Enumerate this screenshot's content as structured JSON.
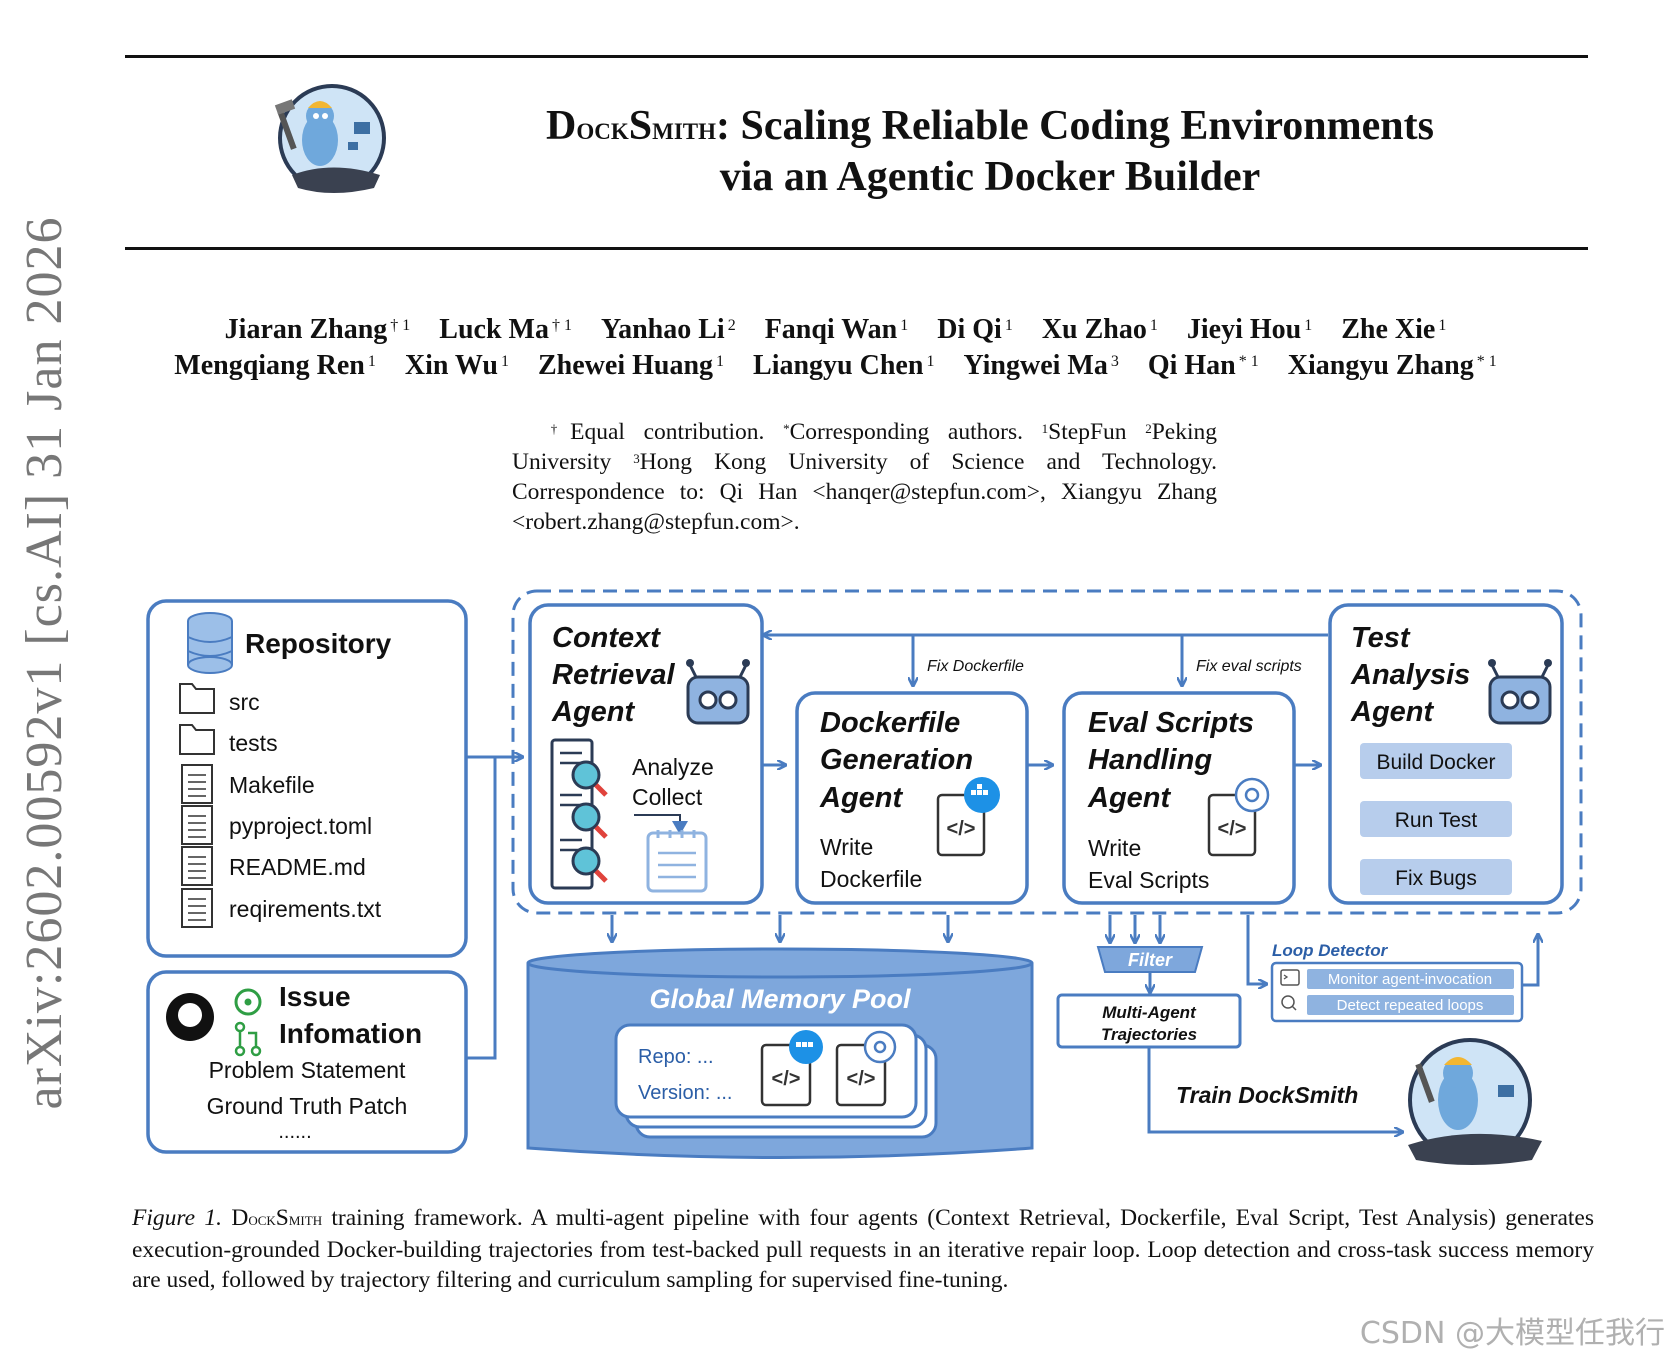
{
  "side_stamp": "arXiv:2602.00592v1  [cs.AI]  31 Jan 2026",
  "title": {
    "name_first": "D",
    "name_sc1": "ock",
    "name_mid": "S",
    "name_sc2": "mith",
    "line1_rest": ": Scaling Reliable Coding Environments",
    "line2": "via an Agentic Docker Builder"
  },
  "authors": {
    "line1": [
      {
        "name": "Jiaran Zhang",
        "sup": "† 1"
      },
      {
        "name": "Luck Ma",
        "sup": "† 1"
      },
      {
        "name": "Yanhao Li",
        "sup": "2"
      },
      {
        "name": "Fanqi Wan",
        "sup": "1"
      },
      {
        "name": "Di Qi",
        "sup": "1"
      },
      {
        "name": "Xu Zhao",
        "sup": "1"
      },
      {
        "name": "Jieyi Hou",
        "sup": "1"
      },
      {
        "name": "Zhe Xie",
        "sup": "1"
      }
    ],
    "line2": [
      {
        "name": "Mengqiang Ren",
        "sup": "1"
      },
      {
        "name": "Xin Wu",
        "sup": "1"
      },
      {
        "name": "Zhewei Huang",
        "sup": "1"
      },
      {
        "name": "Liangyu Chen",
        "sup": "1"
      },
      {
        "name": "Yingwei Ma",
        "sup": "3"
      },
      {
        "name": "Qi Han",
        "sup": "* 1"
      },
      {
        "name": "Xiangyu Zhang",
        "sup": "* 1"
      }
    ]
  },
  "affiliations": {
    "s1": "†",
    "t1": "Equal contribution. ",
    "s2": "*",
    "t2": "Corresponding authors. ",
    "s3": "1",
    "t3": "StepFun ",
    "s4": "2",
    "t4": "Peking University ",
    "s5": "3",
    "t5": "Hong Kong University of Science and Technology. Correspondence to: Qi Han <hanqer@stepfun.com>, Xiangyu Zhang <robert.zhang@stepfun.com>."
  },
  "figure": {
    "repository": {
      "title": "Repository",
      "items": [
        "src",
        "tests",
        "Makefile",
        "pyproject.toml",
        "README.md",
        "reqirements.txt"
      ]
    },
    "issue": {
      "title_line1": "Issue",
      "title_line2": "Infomation",
      "lines": [
        "Problem Statement",
        "Ground Truth Patch",
        "......"
      ]
    },
    "context_agent": {
      "title": [
        "Context",
        "Retrieval",
        "Agent"
      ],
      "actions": [
        "Analyze",
        "Collect"
      ]
    },
    "dockerfile_agent": {
      "title": [
        "Dockerfile",
        "Generation",
        "Agent"
      ],
      "actions": [
        "Write",
        "Dockerfile"
      ]
    },
    "eval_agent": {
      "title": [
        "Eval Scripts",
        "Handling",
        "Agent"
      ],
      "actions": [
        "Write",
        "Eval Scripts"
      ]
    },
    "test_agent": {
      "title": [
        "Test",
        "Analysis",
        "Agent"
      ],
      "buttons": [
        "Build Docker",
        "Run Test",
        "Fix Bugs"
      ]
    },
    "feedback_labels": [
      "Fix Dockerfile",
      "Fix eval scripts"
    ],
    "memory_pool": {
      "title": "Global Memory Pool",
      "fields": [
        "Repo: ...",
        "Version: ..."
      ]
    },
    "filter_label": "Filter",
    "trajectories": [
      "Multi-Agent",
      "Trajectories"
    ],
    "loop_detector": {
      "title": "Loop Detector",
      "items": [
        "Monitor agent-invocation",
        "Detect repeated loops"
      ]
    },
    "train_label": "Train DockSmith",
    "colors": {
      "primary": "#4a7cc1",
      "light": "#8fb3e0",
      "pool_fill": "#7ea7dc",
      "button_fill": "#b7cdec",
      "dark_text": "#111111"
    }
  },
  "caption": {
    "label": "Figure 1.",
    "name_first": "D",
    "name_sc1": "ock",
    "name_mid": "S",
    "name_sc2": "mith",
    "text": " training framework. A multi-agent pipeline with four agents (Context Retrieval, Dockerfile, Eval Script, Test Analysis) generates execution-grounded Docker-building trajectories from test-backed pull requests in an iterative repair loop. Loop detection and cross-task success memory are used, followed by trajectory filtering and curriculum sampling for supervised fine-tuning."
  },
  "watermark": "CSDN @大模型任我行"
}
